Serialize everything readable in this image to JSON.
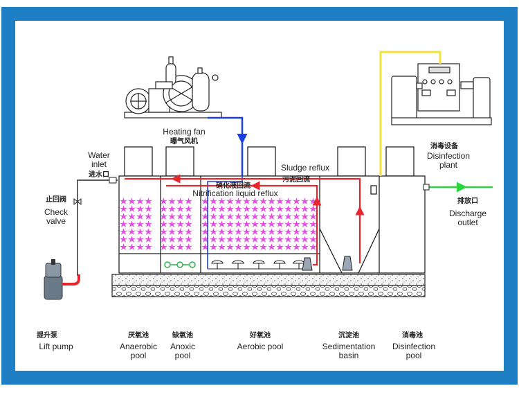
{
  "labels": {
    "heating_fan_en": "Heating fan",
    "heating_fan_cn": "曝气风机",
    "water_inlet_en_1": "Water",
    "water_inlet_en_2": "inlet",
    "water_inlet_cn": "进水口",
    "check_valve_cn": "止回阀",
    "check_valve_en_1": "Check",
    "check_valve_en_2": "valve",
    "sludge_reflux_en": "Sludge reflux",
    "sludge_reflux_cn": "污泥回流",
    "nitrification_cn": "硝化液回流",
    "nitrification_en": "Nitrification liquid reflux",
    "disinfection_plant_cn": "消毒设备",
    "disinfection_plant_en_1": "Disinfection",
    "disinfection_plant_en_2": "plant",
    "discharge_cn": "排放口",
    "discharge_en_1": "Discharge",
    "discharge_en_2": "outlet"
  },
  "stages": [
    {
      "cn": "提升泵",
      "en_1": "Lift pump",
      "en_2": ""
    },
    {
      "cn": "厌氧池",
      "en_1": "Anaerobic",
      "en_2": "pool"
    },
    {
      "cn": "缺氧池",
      "en_1": "Anoxic",
      "en_2": "pool"
    },
    {
      "cn": "好氧池",
      "en_1": "Aerobic pool",
      "en_2": ""
    },
    {
      "cn": "沉淀池",
      "en_1": "Sedimentation",
      "en_2": "basin"
    },
    {
      "cn": "消毒池",
      "en_1": "Disinfection",
      "en_2": "pool"
    }
  ],
  "colors": {
    "border": "#1f7fc4",
    "air_line": "#1a3fe0",
    "reflux_line": "#e8262b",
    "disinfect_line": "#f2e23a",
    "discharge_line": "#2bd63a",
    "media": "#e04ce0"
  }
}
